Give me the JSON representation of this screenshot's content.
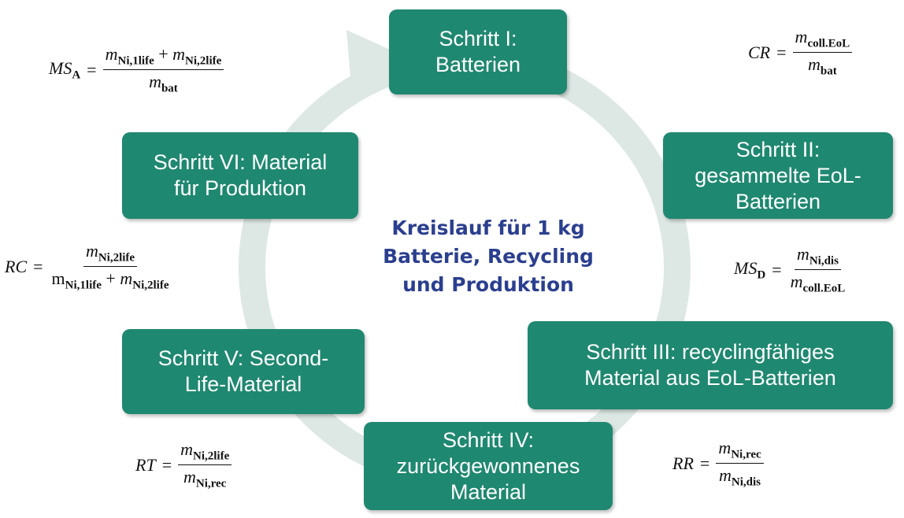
{
  "steps": {
    "s1": {
      "line1": "Schritt I:",
      "line2": "Batterien"
    },
    "s2": {
      "line1": "Schritt II:",
      "line2": "gesammelte EoL-",
      "line3": "Batterien"
    },
    "s3": {
      "line1": "Schritt III: recyclingfähiges",
      "line2": "Material aus EoL-Batterien"
    },
    "s4": {
      "line1": "Schritt IV:",
      "line2": "zurückgewonnenes",
      "line3": "Material"
    },
    "s5": {
      "line1": "Schritt V: Second-",
      "line2": "Life-Material"
    },
    "s6": {
      "line1": "Schritt VI: Material",
      "line2": "für Produktion"
    }
  },
  "center": {
    "line1": "Kreislauf für 1 kg",
    "line2": "Batterie, Recycling",
    "line3": "und Produktion"
  },
  "formulas": {
    "msa": {
      "lhs": "MS",
      "lhs_sub": "A",
      "eq": "=",
      "num_a": "m",
      "num_a_sub": "Ni,1life",
      "plus": "+",
      "num_b": "m",
      "num_b_sub": "Ni,2life",
      "den": "m",
      "den_sub": "bat"
    },
    "cr": {
      "lhs": "CR",
      "eq": "=",
      "num": "m",
      "num_sub": "coll.EoL",
      "den": "m",
      "den_sub": "bat"
    },
    "msd": {
      "lhs": "MS",
      "lhs_sub": "D",
      "eq": "=",
      "num": "m",
      "num_sub": "Ni,dis",
      "den": "m",
      "den_sub": "coll.EoL"
    },
    "rr": {
      "lhs": "RR",
      "eq": "=",
      "num": "m",
      "num_sub": "Ni,rec",
      "den": "m",
      "den_sub": "Ni,dis"
    },
    "rt": {
      "lhs": "RT",
      "eq": "=",
      "num": "m",
      "num_sub": "Ni,2life",
      "den": "m",
      "den_sub": "Ni,rec"
    },
    "rc": {
      "lhs": "RC",
      "eq": "=",
      "num": "m",
      "num_sub": "Ni,2life",
      "den_a": "m",
      "den_a_sub": "Ni,1life",
      "plus": "+",
      "den_b": "m",
      "den_b_sub": "Ni,2life"
    }
  },
  "colors": {
    "box": "#1f8870",
    "box_text": "#ffffff",
    "ring": "#dde8e4",
    "center_text": "#2b3f8f"
  }
}
